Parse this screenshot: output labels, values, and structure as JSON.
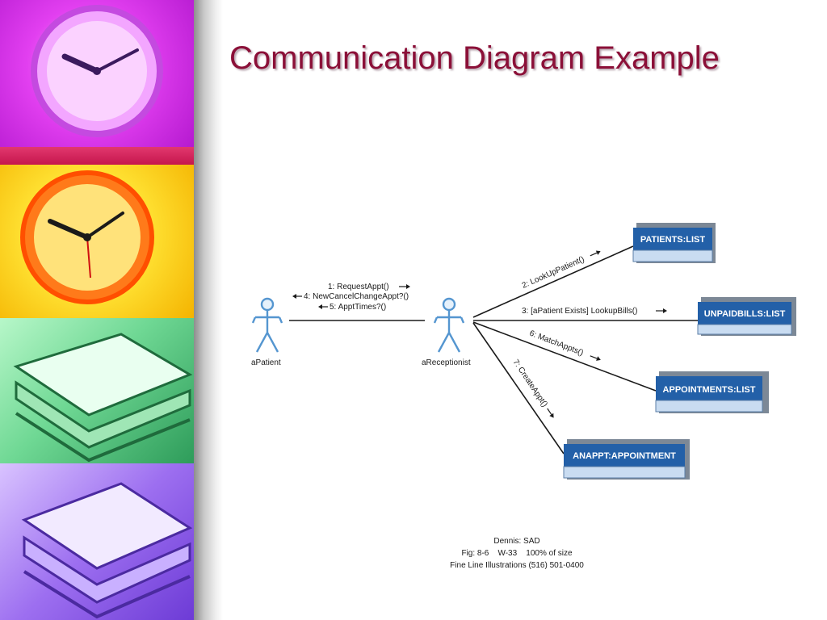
{
  "slide": {
    "title": "Communication Diagram Example"
  },
  "actors": [
    {
      "id": "patient",
      "label": "aPatient"
    },
    {
      "id": "receptionist",
      "label": "aReceptionist"
    }
  ],
  "objects": [
    {
      "id": "patients",
      "label": "PATIENTS:LIST"
    },
    {
      "id": "unpaid",
      "label": "UNPAIDBILLS:LIST"
    },
    {
      "id": "appointments",
      "label": "APPOINTMENTS:LIST"
    },
    {
      "id": "anappt",
      "label": "ANAPPT:APPOINTMENT"
    }
  ],
  "messages": {
    "m1": "1: RequestAppt()",
    "m4": "4: NewCancelChangeAppt?()",
    "m5": "5: ApptTimes?()",
    "m2": "2: LookUpPatient()",
    "m3": "3: [aPatient Exists] LookupBills()",
    "m6": "6: MatchAppts()",
    "m7": "7: CreateAppt()"
  },
  "caption": {
    "line1": "Dennis: SAD",
    "line2": "Fig: 8-6    W-33    100% of size",
    "line3": "Fine Line Illustrations (516) 501-0400"
  },
  "colors": {
    "title": "#8b1038",
    "actor": "#5596d0",
    "object_header": "#2360a8",
    "object_body": "#c9dcf1"
  },
  "icons": {
    "side_panel": [
      "clock-icon",
      "clock-icon",
      "books-icon",
      "books-icon"
    ]
  }
}
